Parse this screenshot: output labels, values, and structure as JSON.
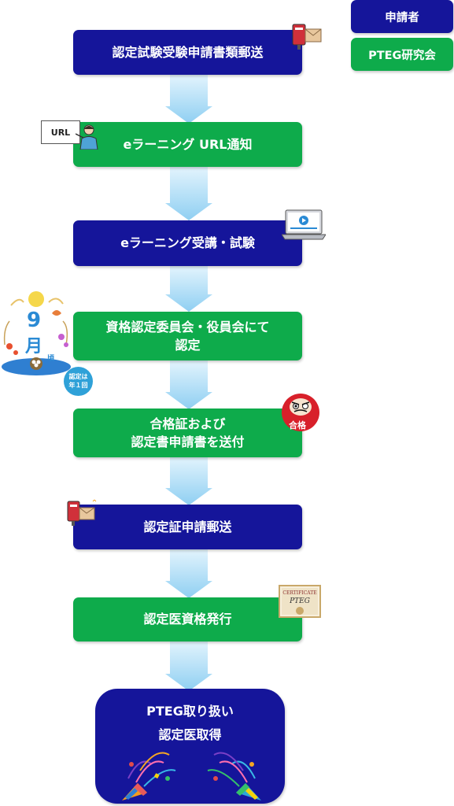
{
  "legend": {
    "applicant": "申請者",
    "pteg": "PTEG研究会"
  },
  "steps": {
    "s1": "認定試験受験申請書類郵送",
    "s2": "eラーニング URL通知",
    "s3": "eラーニング受講・試験",
    "s4a": "資格認定委員会・役員会にて",
    "s4b": "認定",
    "s5a": "合格証および",
    "s5b": "認定書申請書を送付",
    "s6": "認定証申請郵送",
    "s7": "認定医資格発行",
    "s8a": "PTEG取り扱い",
    "s8b": "認定医取得"
  },
  "illustrations": {
    "url_sign": "URL",
    "month_number": "9",
    "month_kanji": "月",
    "month_suffix": "頃",
    "note_line1": "認定は",
    "note_line2": "年１回",
    "daruma_label": "合格",
    "certificate_title": "CERTIFICATE",
    "certificate_name": "PTEG"
  },
  "colors": {
    "applicant": "#15159a",
    "pteg": "#0eab4b",
    "arrow": "#9fd6f3"
  }
}
